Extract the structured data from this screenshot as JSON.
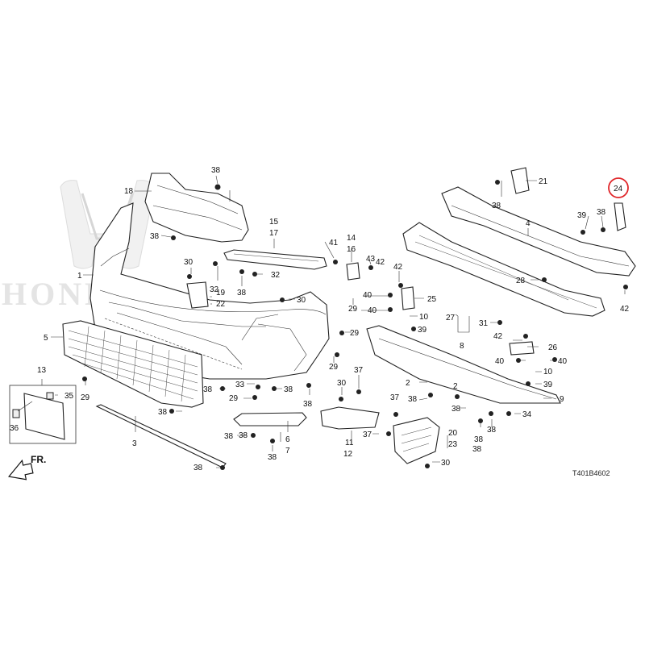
{
  "brand_watermark": {
    "text": "HONDA",
    "icon": "honda-h-logo-icon"
  },
  "drawing_code": "T401B4602",
  "direction_label": "FR.",
  "highlight": {
    "part_number": "24",
    "color": "#e0262a"
  },
  "callouts": [
    {
      "id": "c38a",
      "text": "38"
    },
    {
      "id": "c18",
      "text": "18"
    },
    {
      "id": "c38b",
      "text": "38"
    },
    {
      "id": "c21",
      "text": "21"
    },
    {
      "id": "c38c",
      "text": "38"
    },
    {
      "id": "c24",
      "text": "24"
    },
    {
      "id": "c39a",
      "text": "39"
    },
    {
      "id": "c38d",
      "text": "38"
    },
    {
      "id": "c4",
      "text": "4"
    },
    {
      "id": "c15",
      "text": "15"
    },
    {
      "id": "c17",
      "text": "17"
    },
    {
      "id": "c41",
      "text": "41"
    },
    {
      "id": "c14",
      "text": "14"
    },
    {
      "id": "c16",
      "text": "16"
    },
    {
      "id": "c43",
      "text": "43"
    },
    {
      "id": "c42a",
      "text": "42"
    },
    {
      "id": "c1",
      "text": "1"
    },
    {
      "id": "c30a",
      "text": "30"
    },
    {
      "id": "c32a",
      "text": "32"
    },
    {
      "id": "c32b",
      "text": "32"
    },
    {
      "id": "c19",
      "text": "19"
    },
    {
      "id": "c22",
      "text": "22"
    },
    {
      "id": "c38e",
      "text": "38"
    },
    {
      "id": "c30b",
      "text": "30"
    },
    {
      "id": "c40a",
      "text": "40"
    },
    {
      "id": "c25",
      "text": "25"
    },
    {
      "id": "c28",
      "text": "28"
    },
    {
      "id": "c42b",
      "text": "42"
    },
    {
      "id": "c29a",
      "text": "29"
    },
    {
      "id": "c40b",
      "text": "40"
    },
    {
      "id": "c10a",
      "text": "10"
    },
    {
      "id": "c27",
      "text": "27"
    },
    {
      "id": "c31",
      "text": "31"
    },
    {
      "id": "c39b",
      "text": "39"
    },
    {
      "id": "c42c",
      "text": "42"
    },
    {
      "id": "c8",
      "text": "8"
    },
    {
      "id": "c5",
      "text": "5"
    },
    {
      "id": "c29b",
      "text": "29"
    },
    {
      "id": "c26",
      "text": "26"
    },
    {
      "id": "c40c",
      "text": "40"
    },
    {
      "id": "c40d",
      "text": "40"
    },
    {
      "id": "c29c",
      "text": "29"
    },
    {
      "id": "c10b",
      "text": "10"
    },
    {
      "id": "c13",
      "text": "13"
    },
    {
      "id": "c37a",
      "text": "37"
    },
    {
      "id": "c2a",
      "text": "2"
    },
    {
      "id": "c39c",
      "text": "39"
    },
    {
      "id": "c38f",
      "text": "38"
    },
    {
      "id": "c33",
      "text": "33"
    },
    {
      "id": "c38g",
      "text": "38"
    },
    {
      "id": "c38h",
      "text": "38"
    },
    {
      "id": "c30c",
      "text": "30"
    },
    {
      "id": "c35",
      "text": "35"
    },
    {
      "id": "c29d",
      "text": "29"
    },
    {
      "id": "c29e",
      "text": "29"
    },
    {
      "id": "c38i",
      "text": "38"
    },
    {
      "id": "c38j",
      "text": "38"
    },
    {
      "id": "c2b",
      "text": "2"
    },
    {
      "id": "c9",
      "text": "9"
    },
    {
      "id": "c38k",
      "text": "38"
    },
    {
      "id": "c38l",
      "text": "38"
    },
    {
      "id": "c37b",
      "text": "37"
    },
    {
      "id": "c38m",
      "text": "38"
    },
    {
      "id": "c34",
      "text": "34"
    },
    {
      "id": "c36",
      "text": "36"
    },
    {
      "id": "c38n",
      "text": "38"
    },
    {
      "id": "c38o",
      "text": "38"
    },
    {
      "id": "c6",
      "text": "6"
    },
    {
      "id": "c3",
      "text": "3"
    },
    {
      "id": "c7",
      "text": "7"
    },
    {
      "id": "c11",
      "text": "11"
    },
    {
      "id": "c37c",
      "text": "37"
    },
    {
      "id": "c20",
      "text": "20"
    },
    {
      "id": "c23",
      "text": "23"
    },
    {
      "id": "c38p",
      "text": "38"
    },
    {
      "id": "c38q",
      "text": "38"
    },
    {
      "id": "c12",
      "text": "12"
    },
    {
      "id": "c30d",
      "text": "30"
    },
    {
      "id": "c38r",
      "text": "38"
    },
    {
      "id": "c42d",
      "text": "42"
    }
  ]
}
